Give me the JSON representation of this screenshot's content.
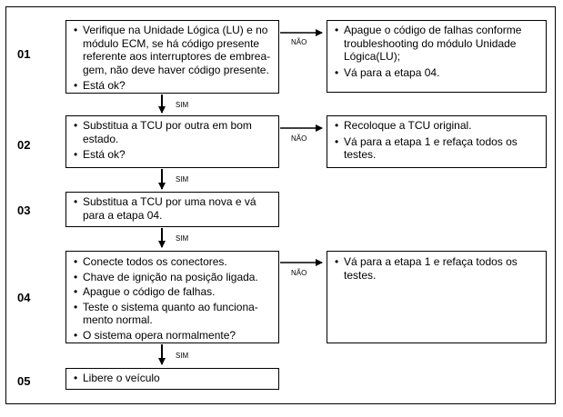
{
  "steps": [
    {
      "number": "01",
      "action": [
        "Verifique na Unidade Lógica (LU) e no módulo ECM, se há código presente referente aos interruptores de embrea-gem, não deve haver código presente.",
        "Está ok?"
      ],
      "no_label": "NÃO",
      "no_action": [
        "Apague o código de falhas conforme troubleshooting do módulo Unidade Lógica(LU);",
        "Vá para a etapa 04."
      ],
      "yes_label": "SIM"
    },
    {
      "number": "02",
      "action": [
        "Substitua a TCU por outra em bom estado.",
        "Está ok?"
      ],
      "no_label": "NÃO",
      "no_action": [
        "Recoloque a TCU original.",
        "Vá para a etapa 1 e refaça todos os testes."
      ],
      "yes_label": "SIM"
    },
    {
      "number": "03",
      "action": [
        "Substitua a TCU por uma nova e vá para a etapa 04."
      ],
      "yes_label": "SIM"
    },
    {
      "number": "04",
      "action": [
        "Conecte todos os conectores.",
        "Chave de ignição na posição ligada.",
        "Apague o código de falhas.",
        "Teste o sistema quanto ao funciona-mento normal.",
        "O sistema opera normalmente?"
      ],
      "no_label": "NÃO",
      "no_action": [
        "Vá para a etapa 1 e refaça todos os testes."
      ],
      "yes_label": "SIM"
    },
    {
      "number": "05",
      "action": [
        "Libere o veículo"
      ]
    }
  ]
}
